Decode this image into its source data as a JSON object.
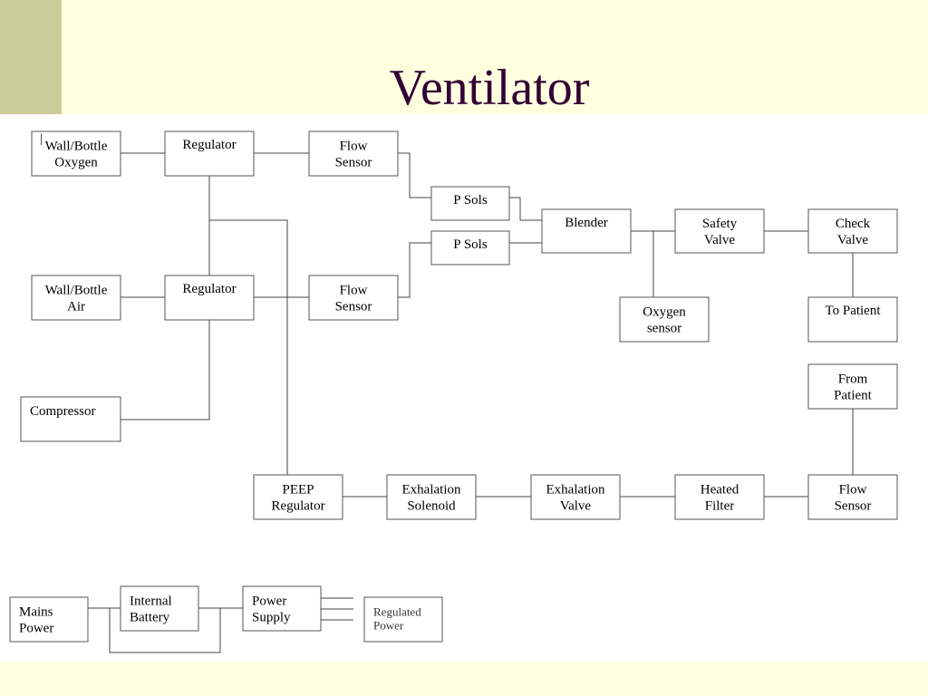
{
  "slide": {
    "title": "Ventilator",
    "accent_color": "#cccc99",
    "band_color": "#ffffe0",
    "title_color": "#330033"
  },
  "diagram": {
    "stray_mark": "|",
    "nodes": [
      {
        "id": "wall-bottle-oxygen",
        "lines": [
          "Wall/Bottle",
          "Oxygen"
        ]
      },
      {
        "id": "regulator-oxygen",
        "lines": [
          "Regulator"
        ]
      },
      {
        "id": "flow-sensor-oxygen",
        "lines": [
          "Flow",
          "Sensor"
        ]
      },
      {
        "id": "p-sols-upper",
        "lines": [
          "P Sols"
        ]
      },
      {
        "id": "p-sols-lower",
        "lines": [
          "P Sols"
        ]
      },
      {
        "id": "blender",
        "lines": [
          "Blender"
        ]
      },
      {
        "id": "safety-valve",
        "lines": [
          "Safety",
          "Valve"
        ]
      },
      {
        "id": "check-valve",
        "lines": [
          "Check",
          "Valve"
        ]
      },
      {
        "id": "wall-bottle-air",
        "lines": [
          "Wall/Bottle",
          "Air"
        ]
      },
      {
        "id": "regulator-air",
        "lines": [
          "Regulator"
        ]
      },
      {
        "id": "flow-sensor-air",
        "lines": [
          "Flow",
          "Sensor"
        ]
      },
      {
        "id": "oxygen-sensor",
        "lines": [
          "Oxygen",
          "sensor"
        ]
      },
      {
        "id": "to-patient",
        "lines": [
          "To Patient"
        ]
      },
      {
        "id": "from-patient",
        "lines": [
          "From",
          "Patient"
        ]
      },
      {
        "id": "compressor",
        "lines": [
          "Compressor"
        ]
      },
      {
        "id": "peep-regulator",
        "lines": [
          "PEEP",
          "Regulator"
        ]
      },
      {
        "id": "exhalation-solenoid",
        "lines": [
          "Exhalation",
          "Solenoid"
        ]
      },
      {
        "id": "exhalation-valve",
        "lines": [
          "Exhalation",
          "Valve"
        ]
      },
      {
        "id": "heated-filter",
        "lines": [
          "Heated",
          "Filter"
        ]
      },
      {
        "id": "flow-sensor-exhale",
        "lines": [
          "Flow",
          "Sensor"
        ]
      },
      {
        "id": "mains-power",
        "lines": [
          "Mains",
          "Power"
        ]
      },
      {
        "id": "internal-battery",
        "lines": [
          "Internal",
          "Battery"
        ]
      },
      {
        "id": "power-supply",
        "lines": [
          "Power",
          "Supply"
        ]
      },
      {
        "id": "regulated-power",
        "lines": [
          "Regulated",
          "Power"
        ]
      }
    ],
    "connections": [
      [
        "wall-bottle-oxygen",
        "regulator-oxygen"
      ],
      [
        "regulator-oxygen",
        "flow-sensor-oxygen"
      ],
      [
        "regulator-oxygen",
        "regulator-air"
      ],
      [
        "regulator-oxygen",
        "peep-regulator"
      ],
      [
        "flow-sensor-oxygen",
        "p-sols-upper"
      ],
      [
        "p-sols-upper",
        "blender"
      ],
      [
        "p-sols-lower",
        "blender"
      ],
      [
        "flow-sensor-air",
        "p-sols-lower"
      ],
      [
        "blender",
        "safety-valve"
      ],
      [
        "blender",
        "oxygen-sensor"
      ],
      [
        "safety-valve",
        "check-valve"
      ],
      [
        "check-valve",
        "to-patient"
      ],
      [
        "wall-bottle-air",
        "regulator-air"
      ],
      [
        "regulator-air",
        "flow-sensor-air"
      ],
      [
        "compressor",
        "regulator-air"
      ],
      [
        "from-patient",
        "flow-sensor-exhale"
      ],
      [
        "peep-regulator",
        "exhalation-solenoid"
      ],
      [
        "exhalation-solenoid",
        "exhalation-valve"
      ],
      [
        "exhalation-valve",
        "heated-filter"
      ],
      [
        "heated-filter",
        "flow-sensor-exhale"
      ],
      [
        "mains-power",
        "internal-battery"
      ],
      [
        "internal-battery",
        "power-supply"
      ],
      [
        "power-supply",
        "regulated-power"
      ]
    ]
  }
}
